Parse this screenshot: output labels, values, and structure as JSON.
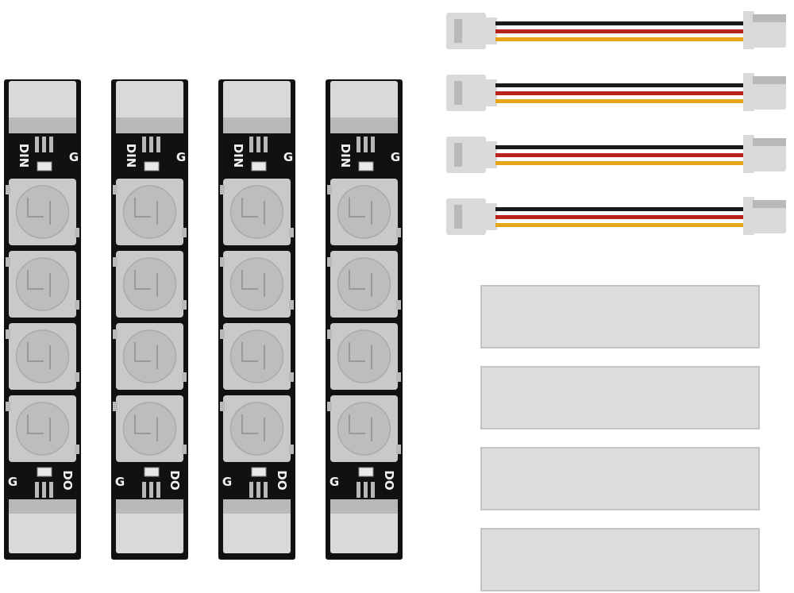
{
  "colors": {
    "pcb": "#111111",
    "connector": "#d9d9d9",
    "connector_shade": "#b9b9b9",
    "led": "#c9c9c9",
    "led_lens": "#bdbdbd",
    "wire_black": "#1a1a1a",
    "wire_red": "#b8231c",
    "wire_yellow": "#e7a51a",
    "tape": "#dcdcdc",
    "tape_edge": "#c4c4c4"
  },
  "led_strips": [
    {
      "top_left_label": "DIN",
      "top_right_label": "G",
      "bottom_left_label": "G",
      "bottom_right_label": "DO"
    },
    {
      "top_left_label": "DIN",
      "top_right_label": "G",
      "bottom_left_label": "G",
      "bottom_right_label": "DO"
    },
    {
      "top_left_label": "DIN",
      "top_right_label": "G",
      "bottom_left_label": "G",
      "bottom_right_label": "DO"
    },
    {
      "top_left_label": "DIN",
      "top_right_label": "G",
      "bottom_left_label": "G",
      "bottom_right_label": "DO"
    }
  ],
  "leds_per_strip": 4,
  "cable_count": 4,
  "tape_count": 4
}
